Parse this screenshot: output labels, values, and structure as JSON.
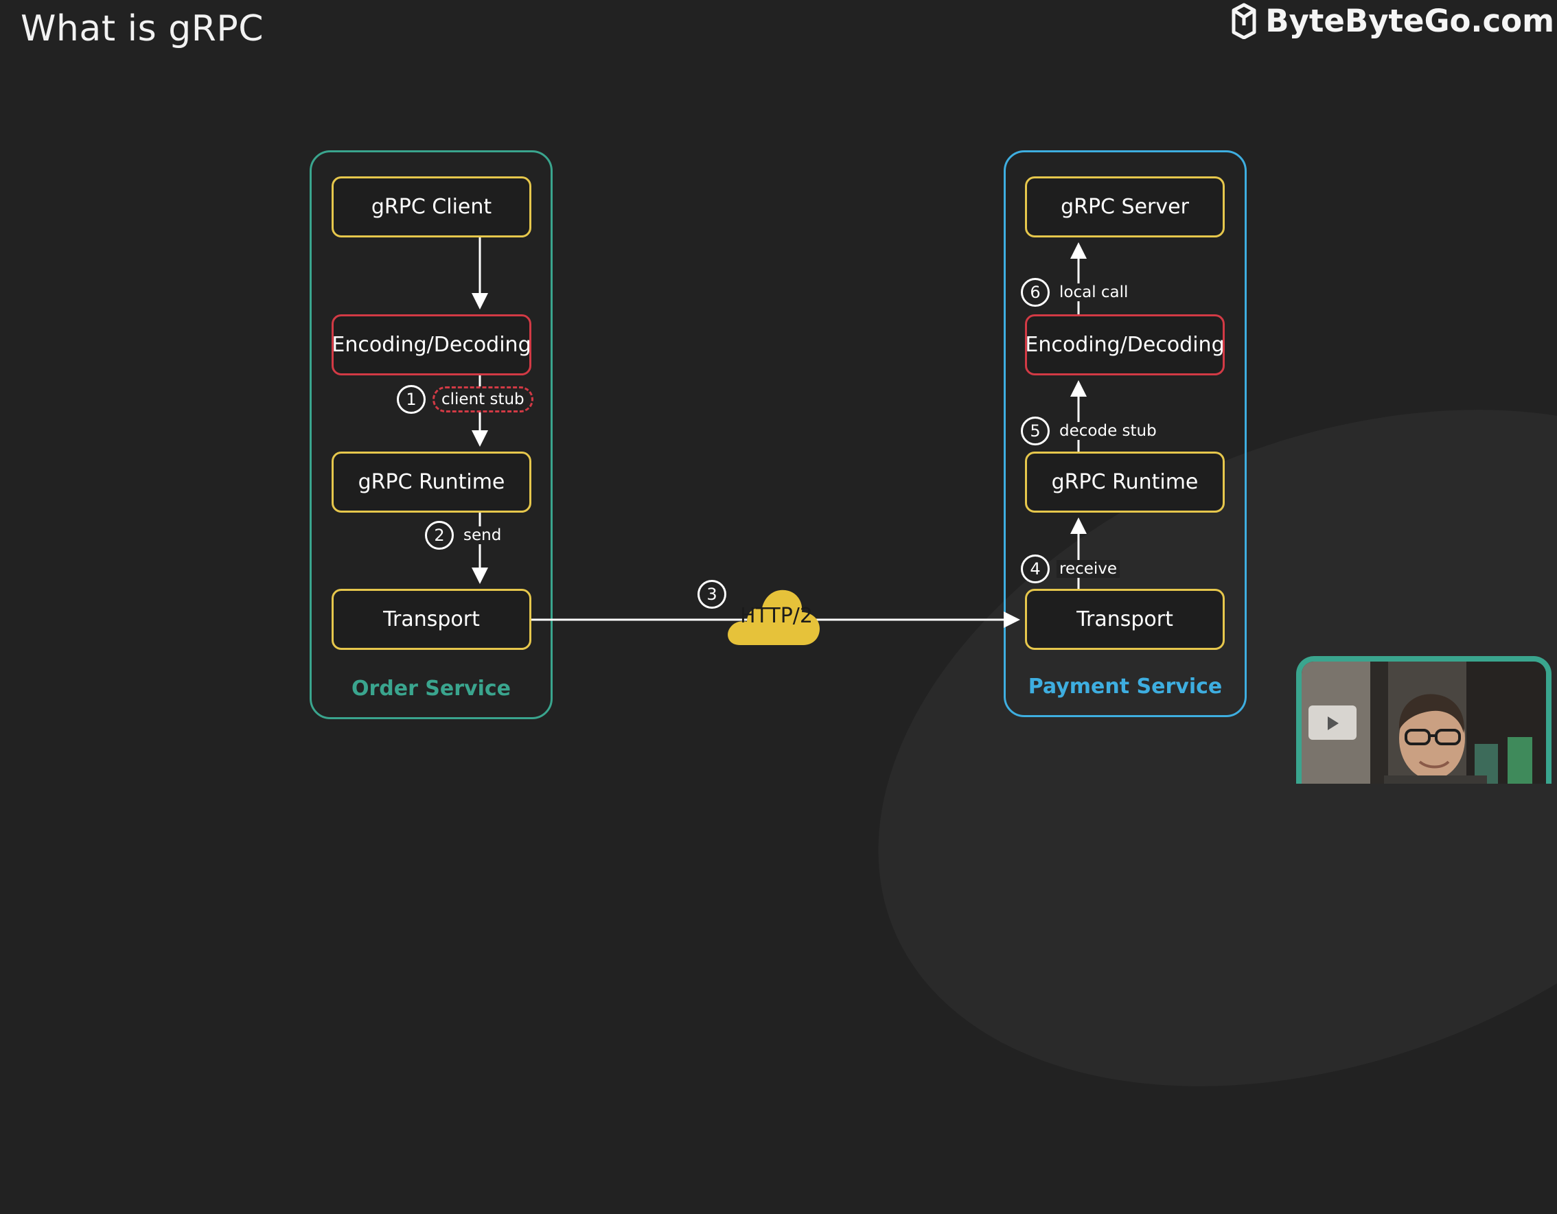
{
  "page": {
    "title": "What is gRPC"
  },
  "brand": {
    "name": "ByteByteGo.com"
  },
  "services": {
    "order": {
      "label": "Order Service",
      "color": "#3aa58e",
      "nodes": {
        "client": "gRPC Client",
        "codec": "Encoding/Decoding",
        "runtime": "gRPC Runtime",
        "transport": "Transport"
      }
    },
    "payment": {
      "label": "Payment Service",
      "color": "#3eaee0",
      "nodes": {
        "server": "gRPC Server",
        "codec": "Encoding/Decoding",
        "runtime": "gRPC Runtime",
        "transport": "Transport"
      }
    }
  },
  "steps": [
    {
      "num": "1",
      "label": "client stub"
    },
    {
      "num": "2",
      "label": "send"
    },
    {
      "num": "3",
      "label": ""
    },
    {
      "num": "4",
      "label": "receive"
    },
    {
      "num": "5",
      "label": "decode stub"
    },
    {
      "num": "6",
      "label": "local call"
    }
  ],
  "network": {
    "label": "HTTP/2",
    "color": "#e6c23a"
  },
  "colors": {
    "node_border_yellow": "#e6c74c",
    "node_border_red": "#d23a45",
    "background": "#222222"
  }
}
